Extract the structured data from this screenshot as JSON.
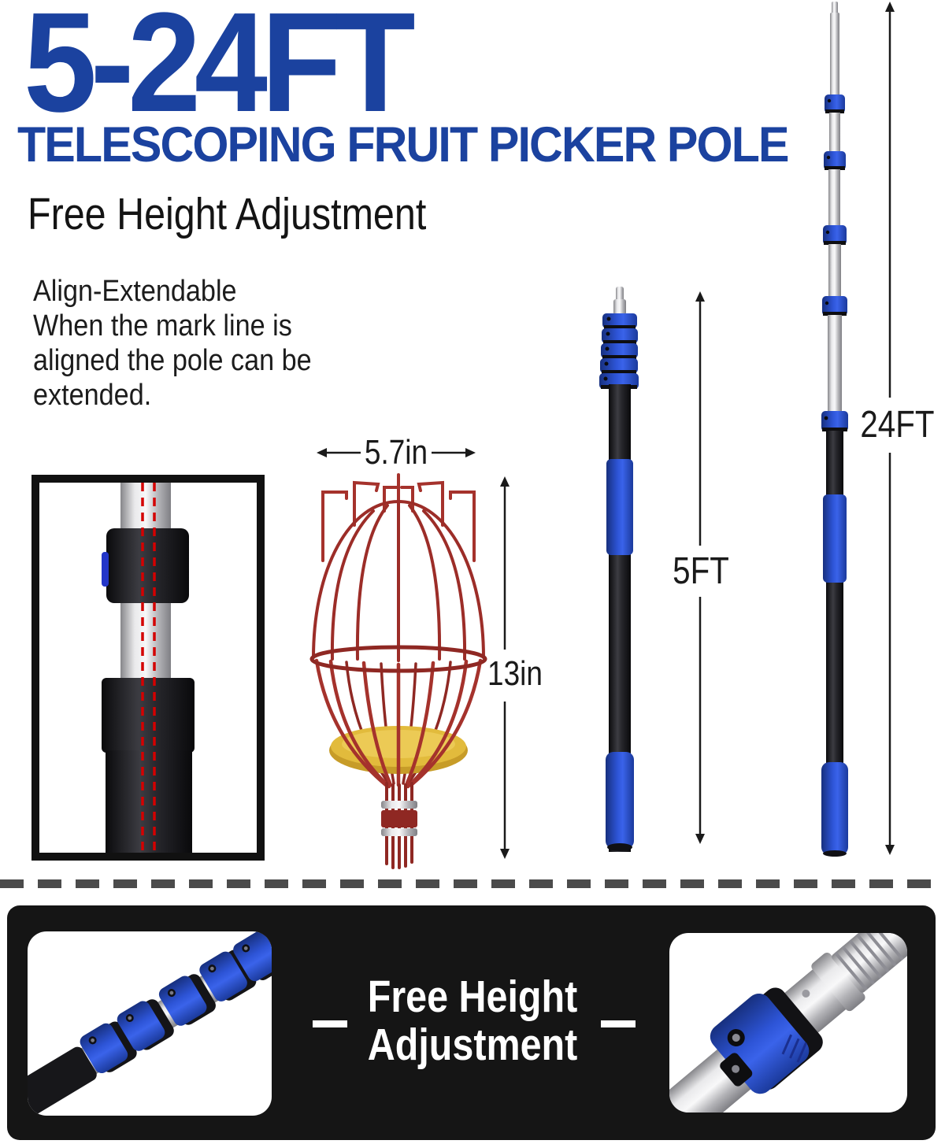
{
  "header": {
    "range_title": "5-24FT",
    "product_title": "TELESCOPING FRUIT PICKER POLE",
    "subtitle": "Free Height Adjustment",
    "description_lines": [
      "Align-Extendable",
      "When the mark line is",
      "aligned the pole can be",
      "extended."
    ]
  },
  "annotations": {
    "basket_width": "5.7in",
    "basket_height": "13in",
    "collapsed_length": "5FT",
    "extended_length": "24FT"
  },
  "footer": {
    "caption_line1": "Free Height",
    "caption_line2": "Adjustment"
  },
  "colors": {
    "brand_blue": "#1b429f",
    "product_blue": "#2d54d6",
    "basket_red": "#a5322c",
    "basket_yellow": "#e2bb3c",
    "mark_line_red": "#d40000",
    "panel_black": "#151515",
    "divider_gray": "#4b4b4b"
  }
}
